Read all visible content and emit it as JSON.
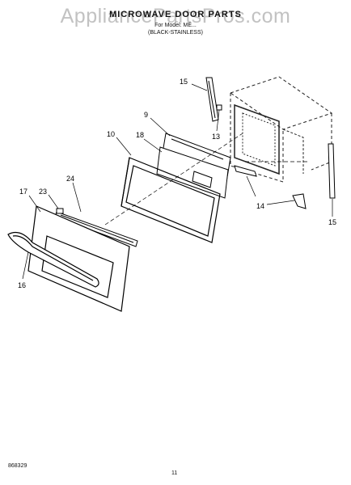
{
  "watermark": "AppliancePartsPros.com",
  "title": "MICROWAVE DOOR PARTS",
  "subtitle_model": "For Model: ME...",
  "subtitle_color": "(BLACK-STAINLESS)",
  "callouts": {
    "c15a": "15",
    "c9": "9",
    "c10": "10",
    "c18": "18",
    "c13": "13",
    "c24": "24",
    "c17": "17",
    "c23": "23",
    "c14": "14",
    "c15b": "15",
    "c16": "16"
  },
  "footer": {
    "code": "868329",
    "page": "11"
  }
}
